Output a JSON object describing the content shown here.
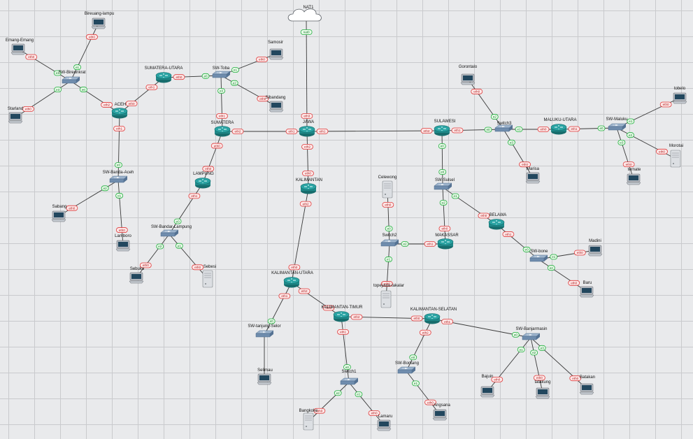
{
  "canvas": {
    "background": "#e9eaec",
    "grid_color": "#c9cacd"
  },
  "colors": {
    "link": "#3a3a3a",
    "port_up_border": "#1fae3c",
    "port_up_fill": "#e9fbe9",
    "port_down_border": "#e03a3a",
    "port_down_fill": "#fde8e8",
    "router": "#1f8a8a",
    "switch": "#6f8cad",
    "pc_screen": "#22475e"
  },
  "nodes": [
    {
      "id": "nat1",
      "type": "cloud",
      "label": "NAT1"
    },
    {
      "id": "sumut",
      "type": "router",
      "label": "SUMATERA-UTARA"
    },
    {
      "id": "aceh",
      "type": "router",
      "label": "ACEH"
    },
    {
      "id": "sumatera",
      "type": "router",
      "label": "SUMATERA"
    },
    {
      "id": "jawa",
      "type": "router",
      "label": "JAWA"
    },
    {
      "id": "lampung",
      "type": "router",
      "label": "LAMPUNG"
    },
    {
      "id": "kalimantan",
      "type": "router",
      "label": "KALIMANTAN"
    },
    {
      "id": "sulawesi",
      "type": "router",
      "label": "SULAWESI"
    },
    {
      "id": "malut",
      "type": "router",
      "label": "MALUKU-UTARA"
    },
    {
      "id": "belawa",
      "type": "router",
      "label": "BELAWA"
    },
    {
      "id": "makassar",
      "type": "router",
      "label": "MAKASSAR"
    },
    {
      "id": "kalut",
      "type": "router",
      "label": "KALIMANTAN-UTARA"
    },
    {
      "id": "kaltim",
      "type": "router",
      "label": "KALIMANTAN-TIMUR"
    },
    {
      "id": "kalsel",
      "type": "router",
      "label": "KALIMANTAN-SELATAN"
    },
    {
      "id": "swbireuen",
      "type": "switch",
      "label": "SW-Bireunkrat"
    },
    {
      "id": "swtoba",
      "type": "switch",
      "label": "SW-Toba"
    },
    {
      "id": "swbandaaceh",
      "type": "switch",
      "label": "SW-Banda-Aceh"
    },
    {
      "id": "swbandarlampung",
      "type": "switch",
      "label": "SW-Bandar-Lampung"
    },
    {
      "id": "switch3",
      "type": "switch",
      "label": "Switch3"
    },
    {
      "id": "swmaluku",
      "type": "switch",
      "label": "SW-Maluku"
    },
    {
      "id": "swsulsel",
      "type": "switch",
      "label": "SW-Sulsel"
    },
    {
      "id": "switch2",
      "type": "switch",
      "label": "Switch2"
    },
    {
      "id": "swbone",
      "type": "switch",
      "label": "SW-bone"
    },
    {
      "id": "swtanjungselor",
      "type": "switch",
      "label": "SW-tanjung-Selor"
    },
    {
      "id": "switch1",
      "type": "switch",
      "label": "Switch1"
    },
    {
      "id": "swbontang",
      "type": "switch",
      "label": "SW-Bontang"
    },
    {
      "id": "swbanjarmasin",
      "type": "switch",
      "label": "SW-Banjarmasin"
    },
    {
      "id": "bireuenlampu",
      "type": "pc",
      "label": "Bireuang-lampu"
    },
    {
      "id": "emang",
      "type": "pc",
      "label": "Emang-Emang"
    },
    {
      "id": "starland",
      "type": "pc",
      "label": "Starland"
    },
    {
      "id": "samosir",
      "type": "pc",
      "label": "Samosir"
    },
    {
      "id": "sibandang",
      "type": "pc",
      "label": "Sibandang"
    },
    {
      "id": "sabang",
      "type": "pc",
      "label": "Sabang"
    },
    {
      "id": "lamboro",
      "type": "pc",
      "label": "Lamboro"
    },
    {
      "id": "sebuku",
      "type": "pc",
      "label": "Sebuku"
    },
    {
      "id": "sebesi",
      "type": "server",
      "label": "Sebesi"
    },
    {
      "id": "gorontalo",
      "type": "pc",
      "label": "Gorontalo"
    },
    {
      "id": "marisa",
      "type": "pc",
      "label": "Marisa"
    },
    {
      "id": "tobelo",
      "type": "pc",
      "label": "tobelo"
    },
    {
      "id": "morotai",
      "type": "server",
      "label": "Morotai"
    },
    {
      "id": "ternate",
      "type": "pc",
      "label": "ternate"
    },
    {
      "id": "celewong",
      "type": "server",
      "label": "Celewong"
    },
    {
      "id": "topejawa",
      "type": "server",
      "label": "topejawa-takalar"
    },
    {
      "id": "madini",
      "type": "pc",
      "label": "Madini"
    },
    {
      "id": "baru",
      "type": "pc",
      "label": "Baru"
    },
    {
      "id": "selimau",
      "type": "pc",
      "label": "Selimau"
    },
    {
      "id": "bangkoke",
      "type": "server",
      "label": "Bangkoke"
    },
    {
      "id": "lamaru",
      "type": "pc",
      "label": "Lamaru"
    },
    {
      "id": "angsana",
      "type": "pc",
      "label": "Angsana"
    },
    {
      "id": "bajuin",
      "type": "pc",
      "label": "Bajuin"
    },
    {
      "id": "batakan",
      "type": "pc",
      "label": "Batakan"
    },
    {
      "id": "tatakung",
      "type": "pc",
      "label": "tatakung"
    }
  ],
  "links": [
    {
      "a": "nat1",
      "b": "jawa",
      "pa": "nat0",
      "pb": "eth3",
      "sa": "up",
      "sb": "down"
    },
    {
      "a": "bireuenlampu",
      "b": "swbireuen",
      "pa": "eth0",
      "pb": "e1",
      "sa": "down",
      "sb": "up"
    },
    {
      "a": "emang",
      "b": "swbireuen",
      "pa": "eth0",
      "pb": "e2",
      "sa": "down",
      "sb": "up"
    },
    {
      "a": "starland",
      "b": "swbireuen",
      "pa": "eth0",
      "pb": "e3",
      "sa": "down",
      "sb": "up"
    },
    {
      "a": "swbireuen",
      "b": "aceh",
      "pa": "e0",
      "pb": "eth2",
      "sa": "up",
      "sb": "down"
    },
    {
      "a": "aceh",
      "b": "sumut",
      "pa": "eth0",
      "pb": "eth1",
      "sa": "down",
      "sb": "down"
    },
    {
      "a": "sumut",
      "b": "swtoba",
      "pa": "eth0",
      "pb": "e0",
      "sa": "down",
      "sb": "up"
    },
    {
      "a": "swtoba",
      "b": "samosir",
      "pa": "e1",
      "pb": "eth0",
      "sa": "up",
      "sb": "down"
    },
    {
      "a": "swtoba",
      "b": "sibandang",
      "pa": "e2",
      "pb": "eth0",
      "sa": "up",
      "sb": "down"
    },
    {
      "a": "swtoba",
      "b": "sumatera",
      "pa": "e3",
      "pb": "eth1",
      "sa": "up",
      "sb": "down"
    },
    {
      "a": "aceh",
      "b": "swbandaaceh",
      "pa": "eth1",
      "pb": "e0",
      "sa": "down",
      "sb": "up"
    },
    {
      "a": "swbandaaceh",
      "b": "sabang",
      "pa": "e2",
      "pb": "eth0",
      "sa": "up",
      "sb": "down"
    },
    {
      "a": "swbandaaceh",
      "b": "lamboro",
      "pa": "e1",
      "pb": "eth0",
      "sa": "up",
      "sb": "down"
    },
    {
      "a": "sumatera",
      "b": "jawa",
      "pa": "eth2",
      "pb": "eth1",
      "sa": "down",
      "sb": "down"
    },
    {
      "a": "sumatera",
      "b": "lampung",
      "pa": "eth0",
      "pb": "eth0",
      "sa": "down",
      "sb": "down"
    },
    {
      "a": "lampung",
      "b": "swbandarlampung",
      "pa": "eth1",
      "pb": "e0",
      "sa": "down",
      "sb": "up"
    },
    {
      "a": "swbandarlampung",
      "b": "sebuku",
      "pa": "e2",
      "pb": "eth0",
      "sa": "up",
      "sb": "down"
    },
    {
      "a": "swbandarlampung",
      "b": "sebesi",
      "pa": "e1",
      "pb": "eth0",
      "sa": "up",
      "sb": "down"
    },
    {
      "a": "jawa",
      "b": "sulawesi",
      "pa": "eth1",
      "pb": "eth2",
      "sa": "down",
      "sb": "down"
    },
    {
      "a": "jawa",
      "b": "kalimantan",
      "pa": "eth2",
      "pb": "eth0",
      "sa": "down",
      "sb": "down"
    },
    {
      "a": "sulawesi",
      "b": "switch3",
      "pa": "eth1",
      "pb": "e0",
      "sa": "down",
      "sb": "up"
    },
    {
      "a": "gorontalo",
      "b": "switch3",
      "pa": "eth0",
      "pb": "e2",
      "sa": "down",
      "sb": "up"
    },
    {
      "a": "switch3",
      "b": "marisa",
      "pa": "e3",
      "pb": "eth0",
      "sa": "up",
      "sb": "down"
    },
    {
      "a": "switch3",
      "b": "malut",
      "pa": "e1",
      "pb": "eth0",
      "sa": "up",
      "sb": "down"
    },
    {
      "a": "malut",
      "b": "swmaluku",
      "pa": "eth1",
      "pb": "e0",
      "sa": "down",
      "sb": "up"
    },
    {
      "a": "swmaluku",
      "b": "tobelo",
      "pa": "e1",
      "pb": "eth0",
      "sa": "up",
      "sb": "down"
    },
    {
      "a": "swmaluku",
      "b": "morotai",
      "pa": "e2",
      "pb": "eth0",
      "sa": "up",
      "sb": "down"
    },
    {
      "a": "swmaluku",
      "b": "ternate",
      "pa": "e3",
      "pb": "eth0",
      "sa": "up",
      "sb": "down"
    },
    {
      "a": "sulawesi",
      "b": "swsulsel",
      "pa": "e0",
      "pb": "e0",
      "sa": "up",
      "sb": "up"
    },
    {
      "a": "swsulsel",
      "b": "belawa",
      "pa": "e1",
      "pb": "eth0",
      "sa": "up",
      "sb": "down"
    },
    {
      "a": "swsulsel",
      "b": "makassar",
      "pa": "e2",
      "pb": "eth0",
      "sa": "up",
      "sb": "down"
    },
    {
      "a": "belawa",
      "b": "swbone",
      "pa": "eth1",
      "pb": "e0",
      "sa": "down",
      "sb": "up"
    },
    {
      "a": "swbone",
      "b": "madini",
      "pa": "e1",
      "pb": "eth0",
      "sa": "up",
      "sb": "down"
    },
    {
      "a": "swbone",
      "b": "baru",
      "pa": "e2",
      "pb": "eth0",
      "sa": "up",
      "sb": "down"
    },
    {
      "a": "celewong",
      "b": "switch2",
      "pa": "eth0",
      "pb": "e0",
      "sa": "down",
      "sb": "up"
    },
    {
      "a": "switch2",
      "b": "makassar",
      "pa": "e2",
      "pb": "eth1",
      "sa": "up",
      "sb": "down"
    },
    {
      "a": "switch2",
      "b": "topejawa",
      "pa": "e1",
      "pb": "eth0",
      "sa": "up",
      "sb": "down"
    },
    {
      "a": "kalimantan",
      "b": "kalut",
      "pa": "eth2",
      "pb": "eth0",
      "sa": "down",
      "sb": "down"
    },
    {
      "a": "kalut",
      "b": "swtanjungselor",
      "pa": "eth1",
      "pb": "e0",
      "sa": "down",
      "sb": "up"
    },
    {
      "a": "swtanjungselor",
      "b": "selimau",
      "pa": "",
      "pb": "",
      "sa": "",
      "sb": ""
    },
    {
      "a": "kalut",
      "b": "kaltim",
      "pa": "eth2",
      "pb": "eth0",
      "sa": "down",
      "sb": "down"
    },
    {
      "a": "kaltim",
      "b": "kalsel",
      "pa": "eth2",
      "pb": "eth0",
      "sa": "down",
      "sb": "down"
    },
    {
      "a": "kaltim",
      "b": "switch1",
      "pa": "eth1",
      "pb": "e0",
      "sa": "down",
      "sb": "up"
    },
    {
      "a": "switch1",
      "b": "bangkoke",
      "pa": "e2",
      "pb": "eth0",
      "sa": "up",
      "sb": "down"
    },
    {
      "a": "switch1",
      "b": "lamaru",
      "pa": "e1",
      "pb": "eth0",
      "sa": "up",
      "sb": "down"
    },
    {
      "a": "kalsel",
      "b": "swbontang",
      "pa": "eth2",
      "pb": "e0",
      "sa": "down",
      "sb": "up"
    },
    {
      "a": "swbontang",
      "b": "angsana",
      "pa": "e1",
      "pb": "eth0",
      "sa": "up",
      "sb": "down"
    },
    {
      "a": "kalsel",
      "b": "swbanjarmasin",
      "pa": "eth1",
      "pb": "e0",
      "sa": "down",
      "sb": "up"
    },
    {
      "a": "swbanjarmasin",
      "b": "bajuin",
      "pa": "e1",
      "pb": "eth0",
      "sa": "up",
      "sb": "down"
    },
    {
      "a": "swbanjarmasin",
      "b": "tatakung",
      "pa": "e2",
      "pb": "eth0",
      "sa": "up",
      "sb": "down"
    },
    {
      "a": "swbanjarmasin",
      "b": "batakan",
      "pa": "e3",
      "pb": "eth0",
      "sa": "up",
      "sb": "down"
    }
  ]
}
